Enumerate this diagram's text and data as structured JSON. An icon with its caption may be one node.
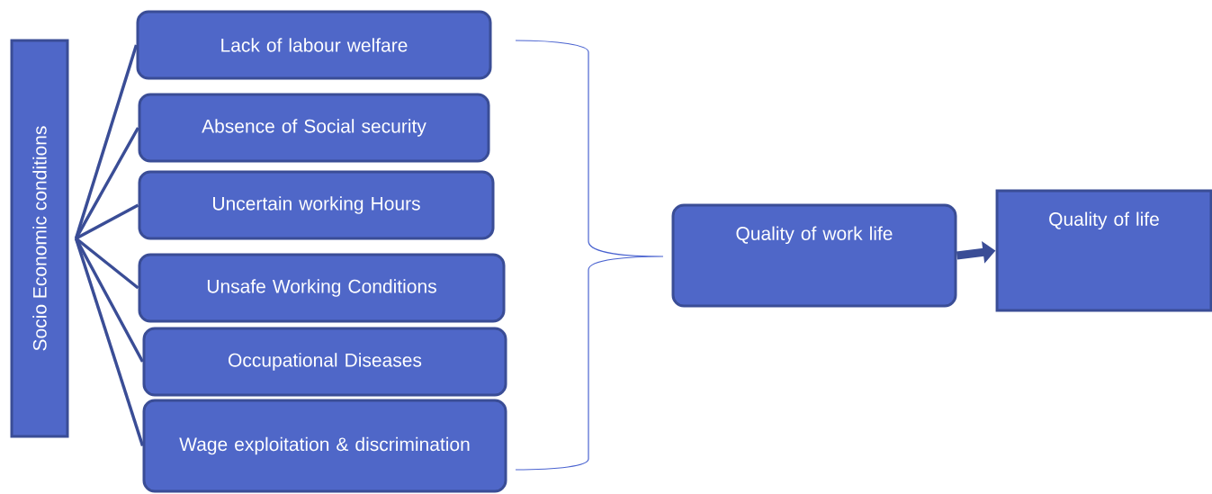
{
  "diagram": {
    "nodes": [
      {
        "text": [
          "Socio Economic conditions"
        ]
      },
      {
        "text": [
          "Lack of labour welfare"
        ]
      },
      {
        "text": [
          "Absence of Social security"
        ]
      },
      {
        "text": [
          "Uncertain working Hours"
        ]
      },
      {
        "text": [
          "Unsafe Working Conditions"
        ]
      },
      {
        "text": [
          "Occupational Diseases"
        ]
      },
      {
        "text": [
          "Wage exploitation & discrimination"
        ]
      },
      {
        "text": [
          "Quality of work life"
        ]
      },
      {
        "text": [
          "Quality of life"
        ]
      }
    ],
    "edges": [
      {
        "from": 0,
        "to": 1,
        "arrow": "none"
      },
      {
        "from": 0,
        "to": 2,
        "arrow": "none"
      },
      {
        "from": 0,
        "to": 3,
        "arrow": "none"
      },
      {
        "from": 0,
        "to": 4,
        "arrow": "none"
      },
      {
        "from": 0,
        "to": 5,
        "arrow": "none"
      },
      {
        "from": 0,
        "to": 6,
        "arrow": "none"
      },
      {
        "from": 7,
        "to": 8,
        "arrow": "to",
        "style": "thick"
      }
    ]
  }
}
